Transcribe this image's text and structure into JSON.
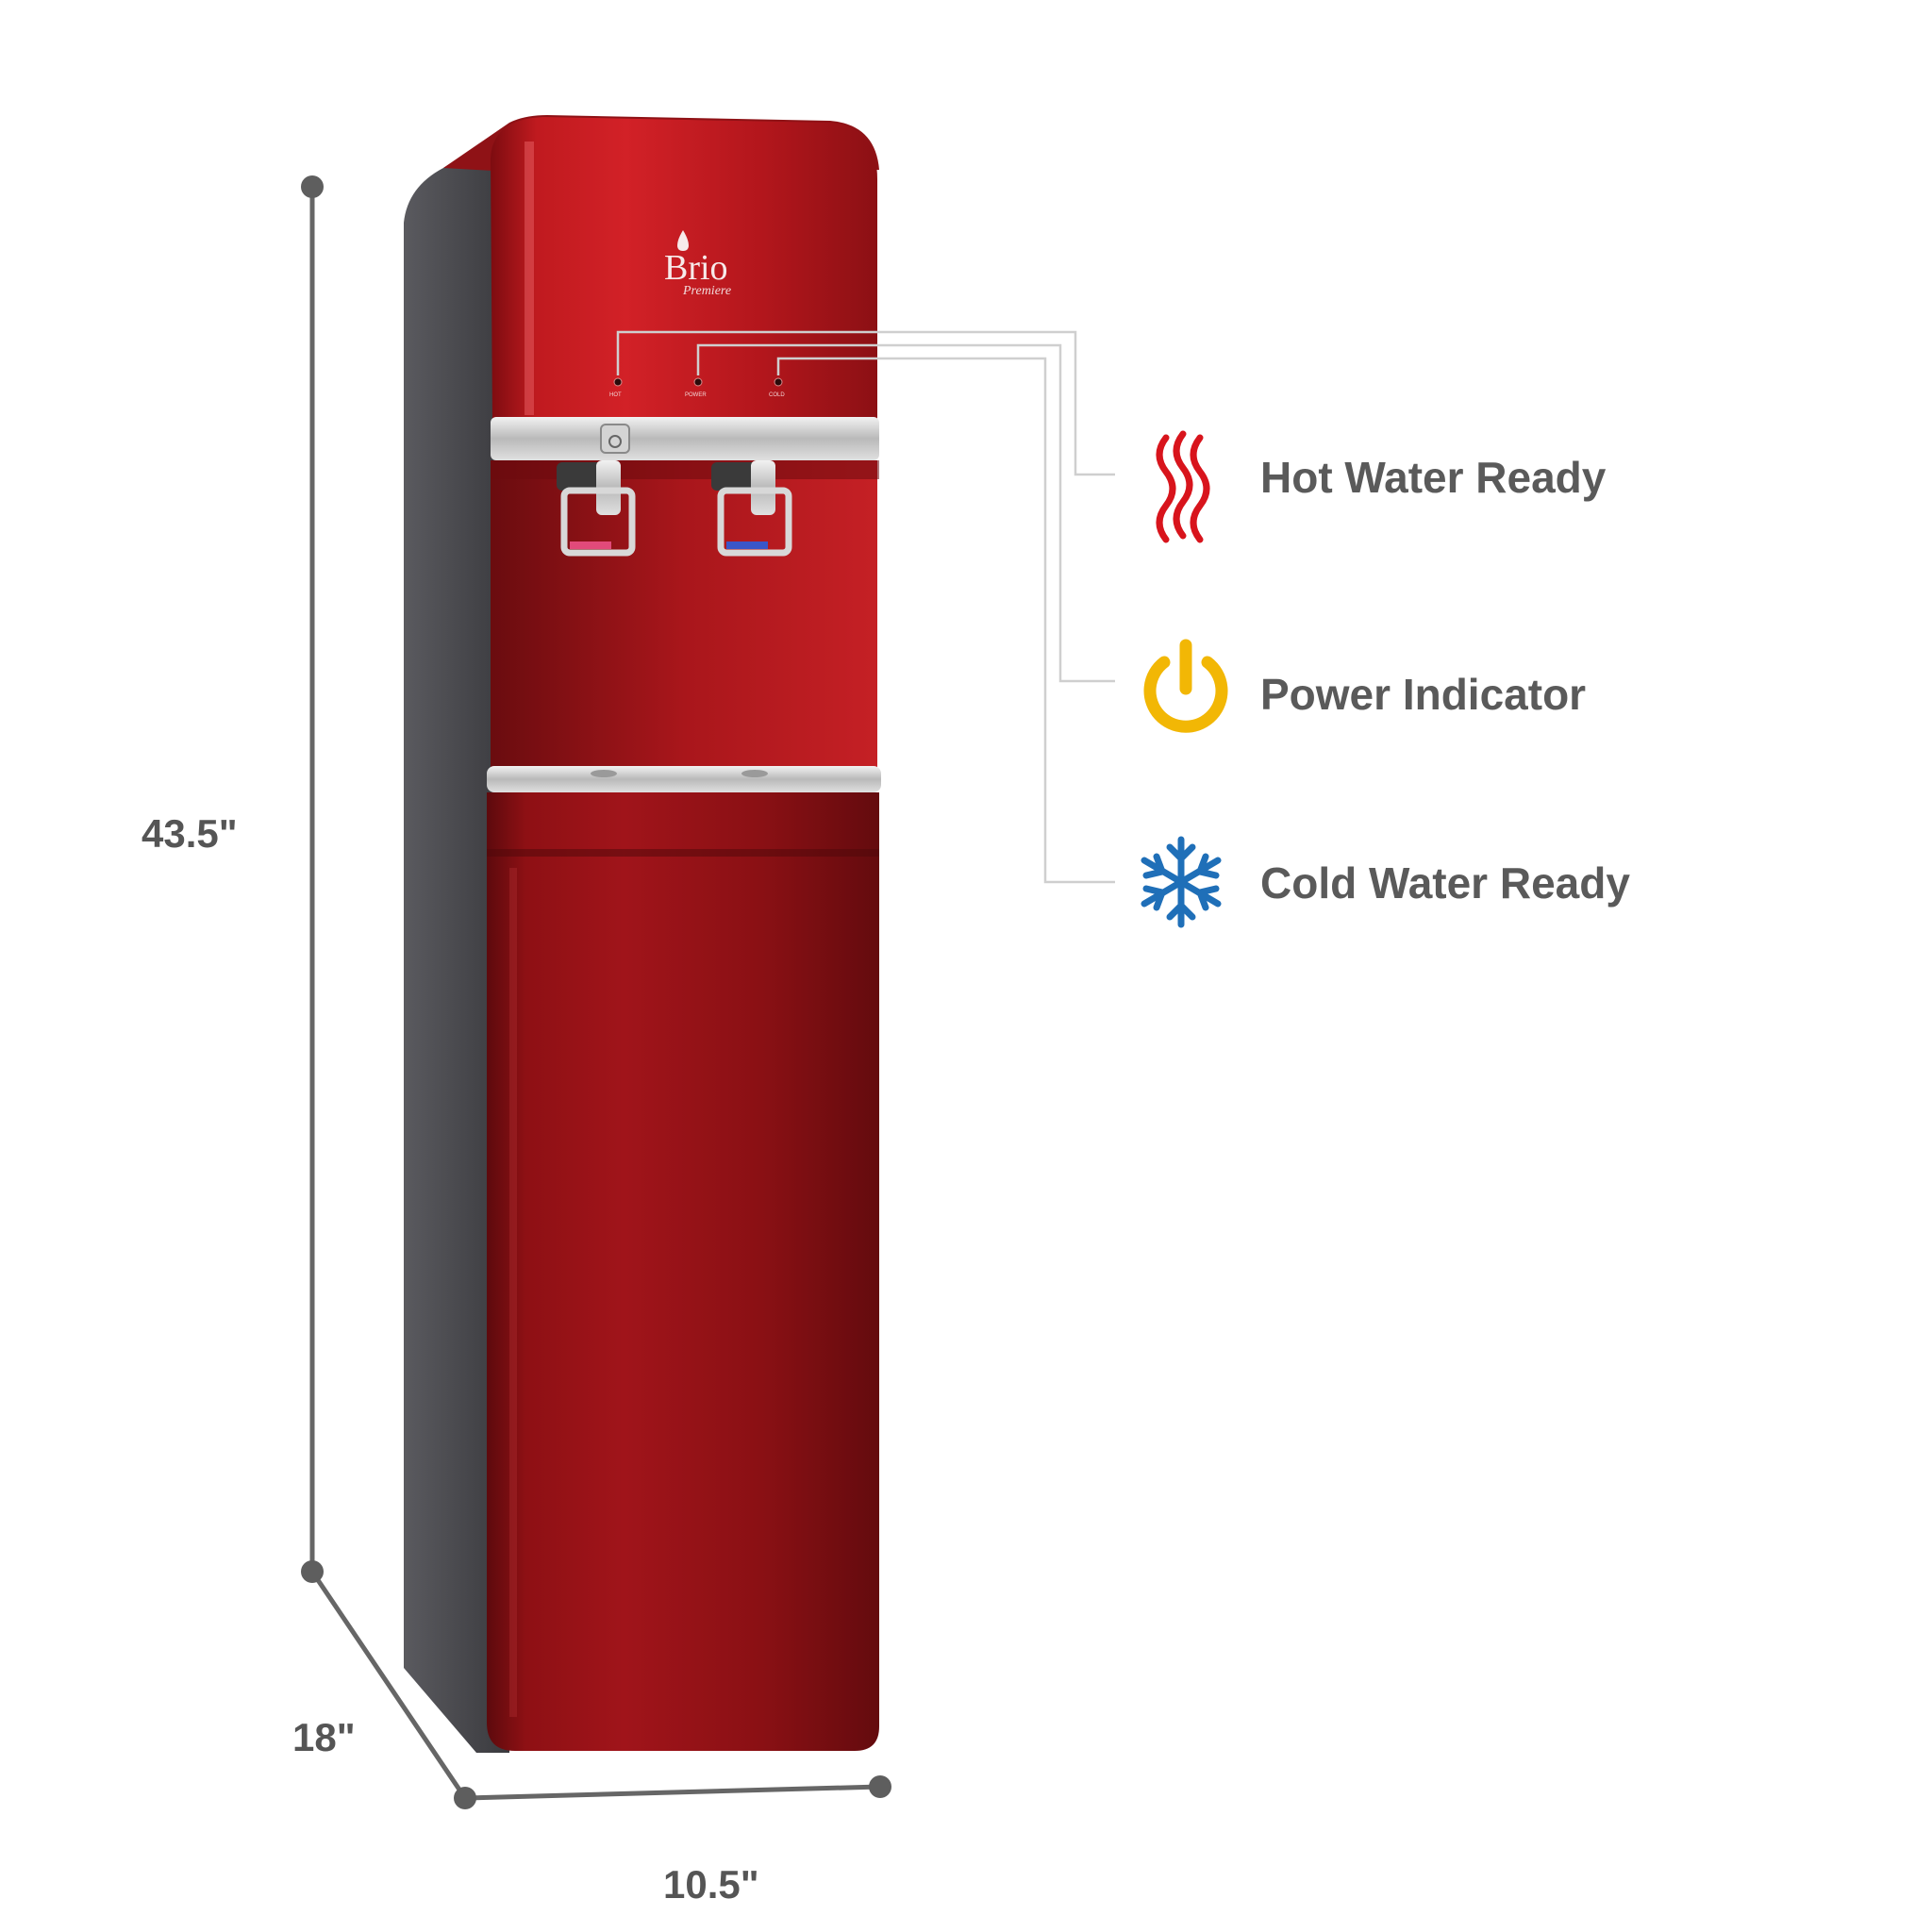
{
  "product": {
    "brand": "Brio",
    "brand_sub": "Premiere",
    "panel_labels": [
      "HOT",
      "POWER",
      "COLD"
    ]
  },
  "dimensions": {
    "height": "43.5\"",
    "depth": "18\"",
    "width": "10.5\""
  },
  "features": [
    {
      "label": "Hot Water Ready",
      "icon": "heat-waves-icon",
      "color": "#d8141c"
    },
    {
      "label": "Power Indicator",
      "icon": "power-icon",
      "color": "#f2b705"
    },
    {
      "label": "Cold Water Ready",
      "icon": "snowflake-icon",
      "color": "#1f6fb8"
    }
  ],
  "colors": {
    "body_red": "#9f1116",
    "body_dark_red": "#6d0c0f",
    "side_gray": "#4a4a4e",
    "dimension_line": "#666666",
    "callout_line": "#cfcfcf"
  }
}
